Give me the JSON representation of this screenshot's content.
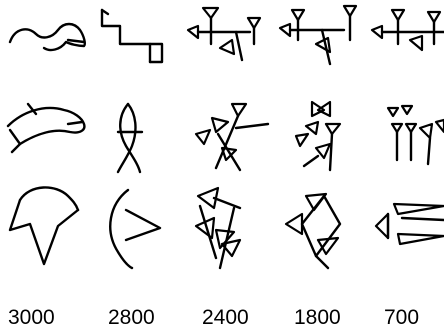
{
  "rows": [
    {
      "sign": "bird"
    },
    {
      "sign": "fish"
    },
    {
      "sign": "ox"
    }
  ],
  "columns": [
    "3000",
    "2800",
    "2400",
    "1800",
    "700"
  ]
}
